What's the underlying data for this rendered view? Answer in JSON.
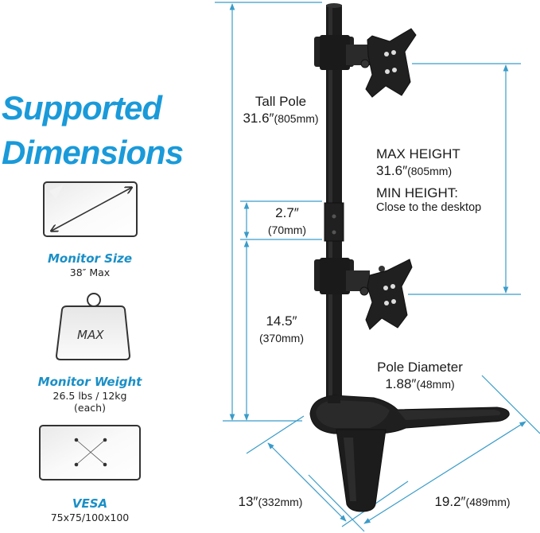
{
  "title": {
    "line1": "Supported",
    "line2": "Dimensions",
    "color": "#1a9ad9"
  },
  "specs": [
    {
      "icon": "monitor-diagonal-icon",
      "label": "Monitor Size",
      "value": "38″ Max"
    },
    {
      "icon": "weight-icon",
      "icon_text": "MAX",
      "label": "Monitor Weight",
      "value_line1": "26.5 lbs / 12kg",
      "value_line2": "(each)"
    },
    {
      "icon": "vesa-pattern-icon",
      "label": "VESA",
      "value": "75x75/100x100"
    }
  ],
  "dimensions": {
    "tall_pole": {
      "label": "Tall Pole",
      "value": "31.6″",
      "metric": "(805mm)"
    },
    "gap": {
      "value": "2.7″",
      "metric": "(70mm)"
    },
    "lower": {
      "value": "14.5″",
      "metric": "(370mm)"
    },
    "max_height": {
      "label": "MAX HEIGHT",
      "value": "31.6″",
      "metric": "(805mm)"
    },
    "min_height": {
      "label": "MIN HEIGHT:",
      "value": "Close to the desktop"
    },
    "pole_diameter": {
      "label": "Pole Diameter",
      "value": "1.88″",
      "metric": "(48mm)"
    },
    "base_depth": {
      "value": "13″",
      "metric": "(332mm)"
    },
    "base_width": {
      "value": "19.2″",
      "metric": "(489mm)"
    }
  },
  "colors": {
    "dimension_line": "#3a9cc9",
    "accent_label": "#1a8fc7",
    "product": "#1c1c1c"
  }
}
